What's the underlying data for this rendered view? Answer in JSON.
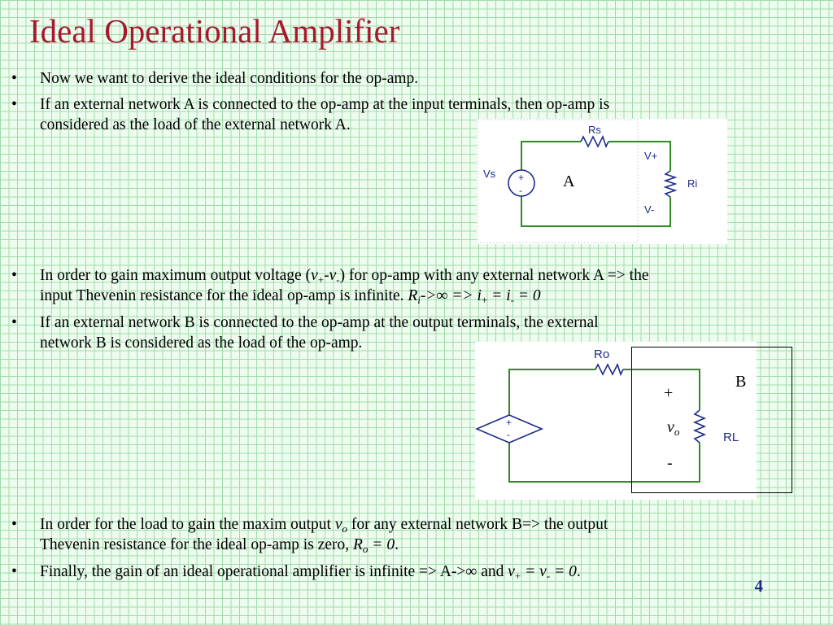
{
  "title": "Ideal Operational Amplifier",
  "bullet_symbol": "•",
  "bullets": {
    "b1": "Now we want to derive the ideal conditions for the op-amp.",
    "b2_line1": "If an external network A is connected to the op-amp at the input terminals, then op-amp is",
    "b2_line2": "considered as the load of the external network A.",
    "b3_line1_a": "In order to gain maximum output voltage (",
    "b3_v": "v",
    "b3_plus": "+",
    "b3_dash": "-",
    "b3_minus": "-",
    "b3_line1_b": ") for op-amp with any external network A => the",
    "b3_line2_a": "input Thevenin resistance for the ideal op-amp is infinite. ",
    "b3_R": "R",
    "b3_i_sub": "i",
    "b3_arrow": "->∞ => ",
    "b3_i": "i",
    "b3_eq": " = ",
    "b3_tail": " = 0",
    "b4_line1": "If an external network B is connected to the op-amp at the output terminals,  the external",
    "b4_line2": "network B is considered as the load of the op-amp.",
    "b5_line1_a": "In order for the load to gain the maxim output ",
    "b5_v": "v",
    "b5_o": "o",
    "b5_line1_b": " for any external network B=> the output",
    "b5_line2_a": "Thevenin resistance for the ideal op-amp is zero, ",
    "b5_R": "R",
    "b5_tail": " = 0",
    "b5_period": ".",
    "b6_a": "Finally, the gain of an ideal operational amplifier is infinite => A->∞ and ",
    "b6_v": "v",
    "b6_eq": " = ",
    "b6_tail": " = 0",
    "b6_period": "."
  },
  "circuit_a": {
    "rs": "Rs",
    "vs": "Vs",
    "v_plus": "V+",
    "v_minus": "V-",
    "ri": "Ri",
    "src_plus": "+",
    "src_minus": "-",
    "network_label": "A"
  },
  "circuit_b": {
    "ro": "Ro",
    "rl": "RL",
    "src_plus": "+",
    "src_minus": "-",
    "network_label": "B",
    "plus_label": "+",
    "minus_label": "-",
    "vo_v": "v",
    "vo_o": "o"
  },
  "page_number": "4",
  "colors": {
    "title": "#a8182c",
    "wire": "#2f8a22",
    "component": "#1d2b8a",
    "grid": "#9fdcaa",
    "page_number": "#1d2b8a"
  }
}
